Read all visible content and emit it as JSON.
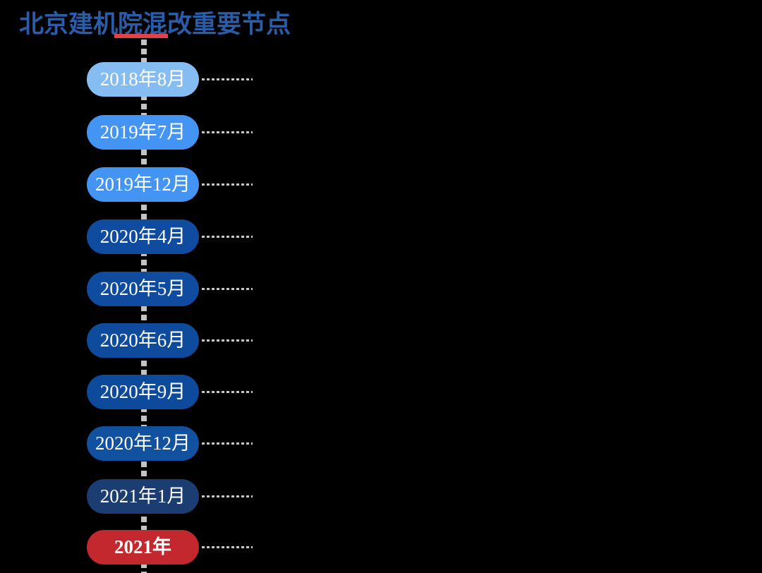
{
  "title": {
    "text": "北京建机院混改重要节点"
  },
  "colors": {
    "background": "#000000",
    "title_text": "#2B5CA8",
    "title_underline": "#E2434A",
    "pill_text": "#FFFFFF",
    "dash_line": "#C3C3C3"
  },
  "timeline": {
    "nodes": [
      {
        "label": "2018年8月",
        "color": "#85BCF2"
      },
      {
        "label": "2019年7月",
        "color": "#4495F3"
      },
      {
        "label": "2019年12月",
        "color": "#4495F3"
      },
      {
        "label": "2020年4月",
        "color": "#0F4C9F"
      },
      {
        "label": "2020年5月",
        "color": "#0F4C9F"
      },
      {
        "label": "2020年6月",
        "color": "#0F4B9D"
      },
      {
        "label": "2020年9月",
        "color": "#0E4A9B"
      },
      {
        "label": "2020年12月",
        "color": "#11519F"
      },
      {
        "label": "2021年1月",
        "color": "#1C3D72"
      },
      {
        "label": "2021年",
        "color": "#C2282E",
        "font_weight": "bold"
      }
    ]
  }
}
